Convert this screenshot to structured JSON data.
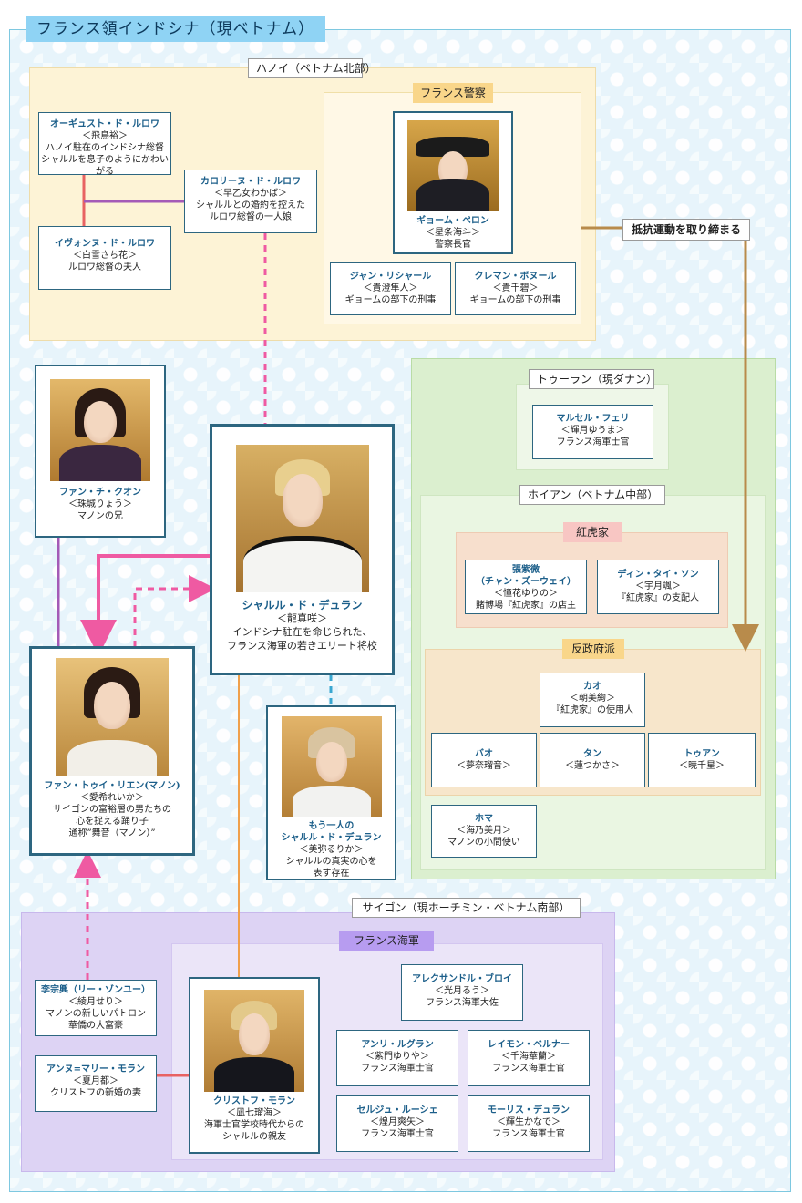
{
  "title": "フランス領インドシナ（現ベトナム）",
  "regions": {
    "hanoi": "ハノイ（ベトナム北部）",
    "french_police": "フランス警察",
    "tourane": "トゥーラン（現ダナン）",
    "hoian": "ホイアン（ベトナム中部）",
    "kokotei": "紅虎家",
    "rebels": "反政府派",
    "saigon": "サイゴン（現ホーチミン・ベトナム南部）",
    "french_navy": "フランス海軍"
  },
  "action_label": "抵抗運動を取り締まる",
  "characters": {
    "auguste": {
      "name": "オーギュスト・ド・ルロワ",
      "actor": "＜飛鳥裕＞",
      "desc": [
        "ハノイ駐在のインドシナ総督",
        "シャルルを息子のようにかわいがる"
      ]
    },
    "caroline": {
      "name": "カロリーヌ・ド・ルロワ",
      "actor": "＜早乙女わかば＞",
      "desc": [
        "シャルルとの婚約を控えた",
        "ルロワ総督の一人娘"
      ]
    },
    "yvonne": {
      "name": "イヴォンヌ・ド・ルロワ",
      "actor": "＜白雪さち花＞",
      "desc": [
        "ルロワ総督の夫人"
      ]
    },
    "guillaume": {
      "name": "ギョーム・ペロン",
      "actor": "＜星条海斗＞",
      "desc": [
        "警察長官"
      ]
    },
    "jean": {
      "name": "ジャン・リシャール",
      "actor": "＜貴澄隼人＞",
      "desc": [
        "ギョームの部下の刑事"
      ]
    },
    "clement": {
      "name": "クレマン・ボヌール",
      "actor": "＜貴千碧＞",
      "desc": [
        "ギョームの部下の刑事"
      ]
    },
    "phan_quon": {
      "name": "ファン・チ・クオン",
      "actor": "＜珠城りょう＞",
      "desc": [
        "マノンの兄"
      ]
    },
    "charles": {
      "name": "シャルル・ド・デュラン",
      "actor": "＜龍真咲＞",
      "desc": [
        "インドシナ駐在を命じられた、",
        "フランス海軍の若きエリート将校"
      ]
    },
    "marcel": {
      "name": "マルセル・フェリ",
      "actor": "＜輝月ゆうま＞",
      "desc": [
        "フランス海軍士官"
      ]
    },
    "chang": {
      "name": "張紫微",
      "name2": "（チャン・ズーウェイ）",
      "actor": "＜憧花ゆりの＞",
      "desc": [
        "賭博場『紅虎家』の店主"
      ]
    },
    "dinh": {
      "name": "ディン・タイ・ソン",
      "actor": "＜宇月颯＞",
      "desc": [
        "『紅虎家』の支配人"
      ]
    },
    "manon": {
      "name": "ファン・トゥイ・リエン(マノン)",
      "actor": "＜愛希れいか＞",
      "desc": [
        "サイゴンの富裕層の男たちの",
        "心を捉える踊り子",
        "通称”舞音（マノン）”"
      ]
    },
    "other_charles": {
      "name": "もう一人の",
      "name2": "シャルル・ド・デュラン",
      "actor": "＜美弥るりか＞",
      "desc": [
        "シャルルの真実の心を",
        "表す存在"
      ]
    },
    "cao": {
      "name": "カオ",
      "actor": "＜朝美絢＞",
      "desc": [
        "『紅虎家』の使用人"
      ]
    },
    "bao": {
      "name": "バオ",
      "actor": "＜夢奈瑠音＞",
      "desc": []
    },
    "tan": {
      "name": "タン",
      "actor": "＜蓮つかさ＞",
      "desc": []
    },
    "tuan": {
      "name": "トゥアン",
      "actor": "＜暁千星＞",
      "desc": []
    },
    "homa": {
      "name": "ホマ",
      "actor": "＜海乃美月＞",
      "desc": [
        "マノンの小間使い"
      ]
    },
    "lee": {
      "name": "李宗興（リー・ゾンユー）",
      "actor": "＜綾月せり＞",
      "desc": [
        "マノンの新しいパトロン",
        "華僑の大富豪"
      ]
    },
    "anne": {
      "name": "アンヌ=マリー・モラン",
      "actor": "＜夏月都＞",
      "desc": [
        "クリストフの新婚の妻"
      ]
    },
    "christophe": {
      "name": "クリストフ・モラン",
      "actor": "＜凪七瑠海＞",
      "desc": [
        "海軍士官学校時代からの",
        "シャルルの親友"
      ]
    },
    "alexandre": {
      "name": "アレクサンドル・ブロイ",
      "actor": "＜光月るう＞",
      "desc": [
        "フランス海軍大佐"
      ]
    },
    "henri": {
      "name": "アンリ・ルグラン",
      "actor": "＜紫門ゆりや＞",
      "desc": [
        "フランス海軍士官"
      ]
    },
    "raymond": {
      "name": "レイモン・ベルナー",
      "actor": "＜千海華蘭＞",
      "desc": [
        "フランス海軍士官"
      ]
    },
    "serge": {
      "name": "セルジュ・ルーシェ",
      "actor": "＜煌月爽矢＞",
      "desc": [
        "フランス海軍士官"
      ]
    },
    "maurice": {
      "name": "モーリス・デュラン",
      "actor": "＜輝生かなで＞",
      "desc": [
        "フランス海軍士官"
      ]
    }
  },
  "colors": {
    "title_bg": "#8fd3f4",
    "hanoi_bg": "#fdf3d6",
    "police_label": "#f9d68a",
    "green_bg": "#dbefcf",
    "kokotei_bg": "#f7dfcd",
    "kokotei_label": "#f8c6c3",
    "rebels_bg": "#f7e6cb",
    "rebels_label": "#f9d68a",
    "saigon_bg": "#ddd3f4",
    "navy_label": "#b79cf0",
    "card_border": "#2d6680",
    "name_color": "#1c5f8a",
    "line_pink": "#ef5aa2",
    "line_purple": "#a45ab7",
    "line_gold": "#b88b4b",
    "line_orange": "#f0a04b",
    "line_red": "#e86262",
    "line_blue": "#3aa7d1"
  }
}
